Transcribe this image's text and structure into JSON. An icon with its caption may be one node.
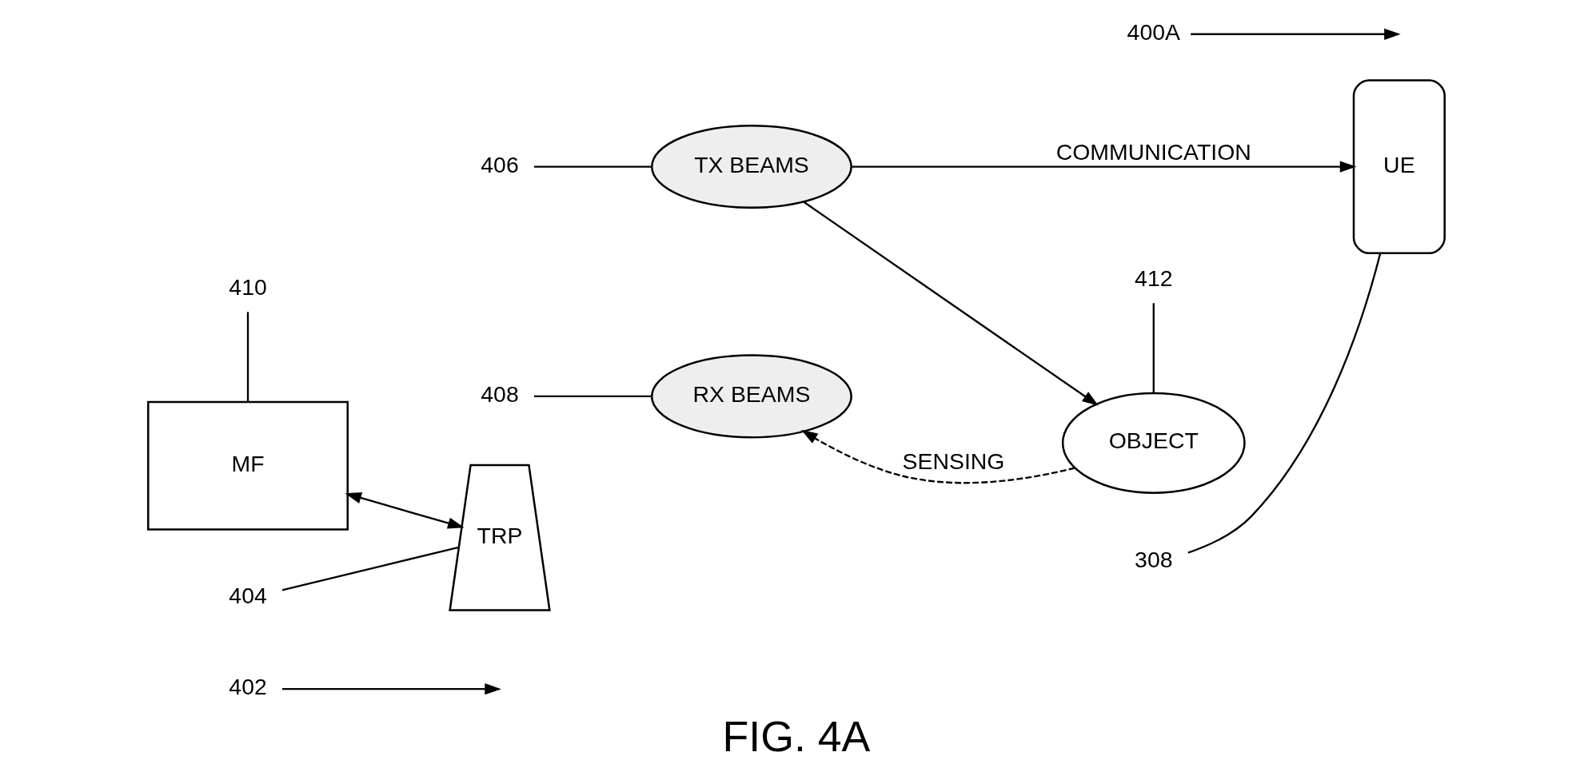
{
  "diagram": {
    "caption": "FIG. 4A",
    "nodes": [
      {
        "text": [
          "400A"
        ]
      },
      {
        "text": [
          "402"
        ]
      },
      {
        "text": [
          "308"
        ]
      },
      {
        "text": [
          "406"
        ]
      },
      {
        "text": [
          "TX BEAMS"
        ]
      },
      {
        "text": [
          "UE"
        ]
      },
      {
        "text": [
          "410"
        ]
      },
      {
        "text": [
          "MF"
        ]
      },
      {
        "text": [
          "TRP"
        ]
      },
      {
        "text": [
          "408"
        ]
      },
      {
        "text": [
          "RX BEAMS"
        ]
      },
      {
        "text": [
          "OBJECT"
        ]
      },
      {
        "text": [
          "404"
        ]
      },
      {
        "text": [
          "412"
        ]
      }
    ],
    "edges": [
      {
        "from": 0,
        "to": null,
        "arrow": "to"
      },
      {
        "from": 1,
        "to": null,
        "arrow": "to"
      },
      {
        "from": 2,
        "to": 5,
        "arrow": "none"
      },
      {
        "from": 3,
        "to": 4,
        "arrow": "none"
      },
      {
        "from": 4,
        "to": 5,
        "arrow": "to",
        "label": "COMMUNICATION"
      },
      {
        "from": 6,
        "to": 7,
        "arrow": "none"
      },
      {
        "from": 7,
        "to": 8,
        "arrow": "both"
      },
      {
        "from": 4,
        "to": 11,
        "arrow": "to"
      },
      {
        "from": 9,
        "to": 10,
        "arrow": "none"
      },
      {
        "from": 11,
        "to": 10,
        "arrow": "to",
        "label": "SENSING",
        "style": "dashed"
      },
      {
        "from": 12,
        "to": 8,
        "arrow": "none"
      },
      {
        "from": 13,
        "to": 11,
        "arrow": "none"
      }
    ]
  }
}
